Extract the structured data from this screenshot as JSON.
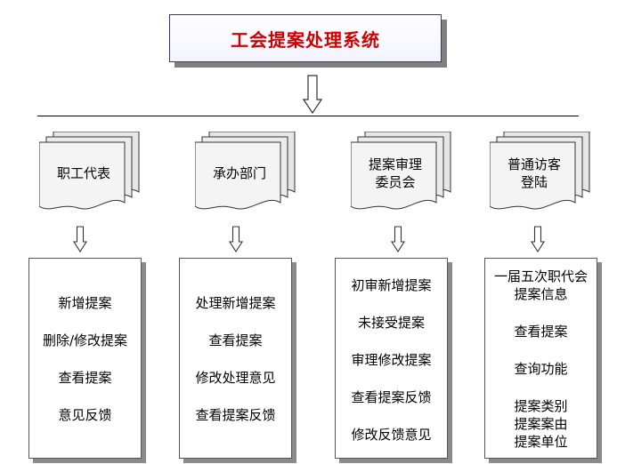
{
  "title": "工会提案处理系统",
  "roles": [
    {
      "label": "职工代表",
      "items": [
        "新增提案",
        "删除/修改提案",
        "查看提案",
        "意见反馈"
      ]
    },
    {
      "label": "承办部门",
      "items": [
        "处理新增提案",
        "查看提案",
        "修改处理意见",
        "查看提案反馈"
      ]
    },
    {
      "label": "提案审理\n委员会",
      "items": [
        "初审新增提案",
        "未接受提案",
        "审理修改提案",
        "查看提案反馈",
        "修改反馈意见"
      ]
    },
    {
      "label": "普通访客\n登陆",
      "items": [
        "一届五次职代会\n提案信息",
        "查看提案",
        "查询功能",
        "提案类别\n提案案由\n提案单位"
      ]
    }
  ]
}
